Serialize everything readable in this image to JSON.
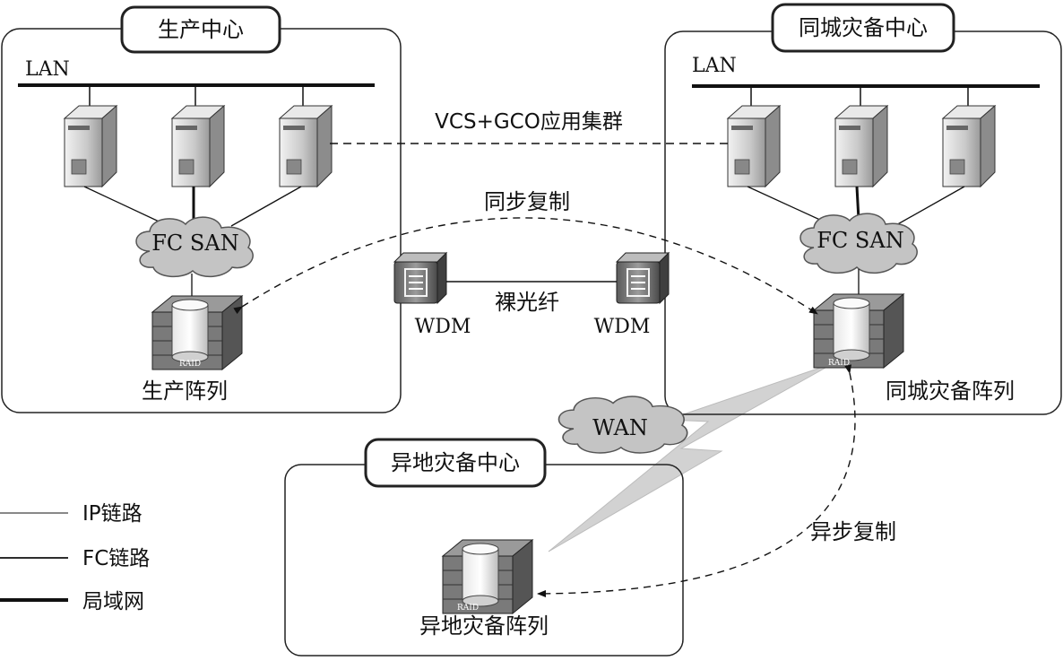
{
  "sites": {
    "production": {
      "title": "生产中心",
      "lan": "LAN",
      "san": "FC SAN",
      "array": "生产阵列"
    },
    "local_dr": {
      "title": "同城灾备中心",
      "lan": "LAN",
      "san": "FC SAN",
      "array": "同城灾备阵列"
    },
    "remote_dr": {
      "title": "异地灾备中心",
      "array": "异地灾备阵列"
    }
  },
  "links": {
    "cluster": "VCS+GCO应用集群",
    "sync": "同步复制",
    "async": "异步复制",
    "fiber": "裸光纤",
    "wdm_left": "WDM",
    "wdm_right": "WDM",
    "wan": "WAN"
  },
  "raid_label": "RAID",
  "legend": [
    {
      "label": "IP链路"
    },
    {
      "label": "FC链路"
    },
    {
      "label": "局域网"
    }
  ],
  "colors": {
    "line": "#111111",
    "cloud": "#c4c4c4",
    "server_body": "#cfcfcf",
    "lightning": "#d2d2d2"
  }
}
